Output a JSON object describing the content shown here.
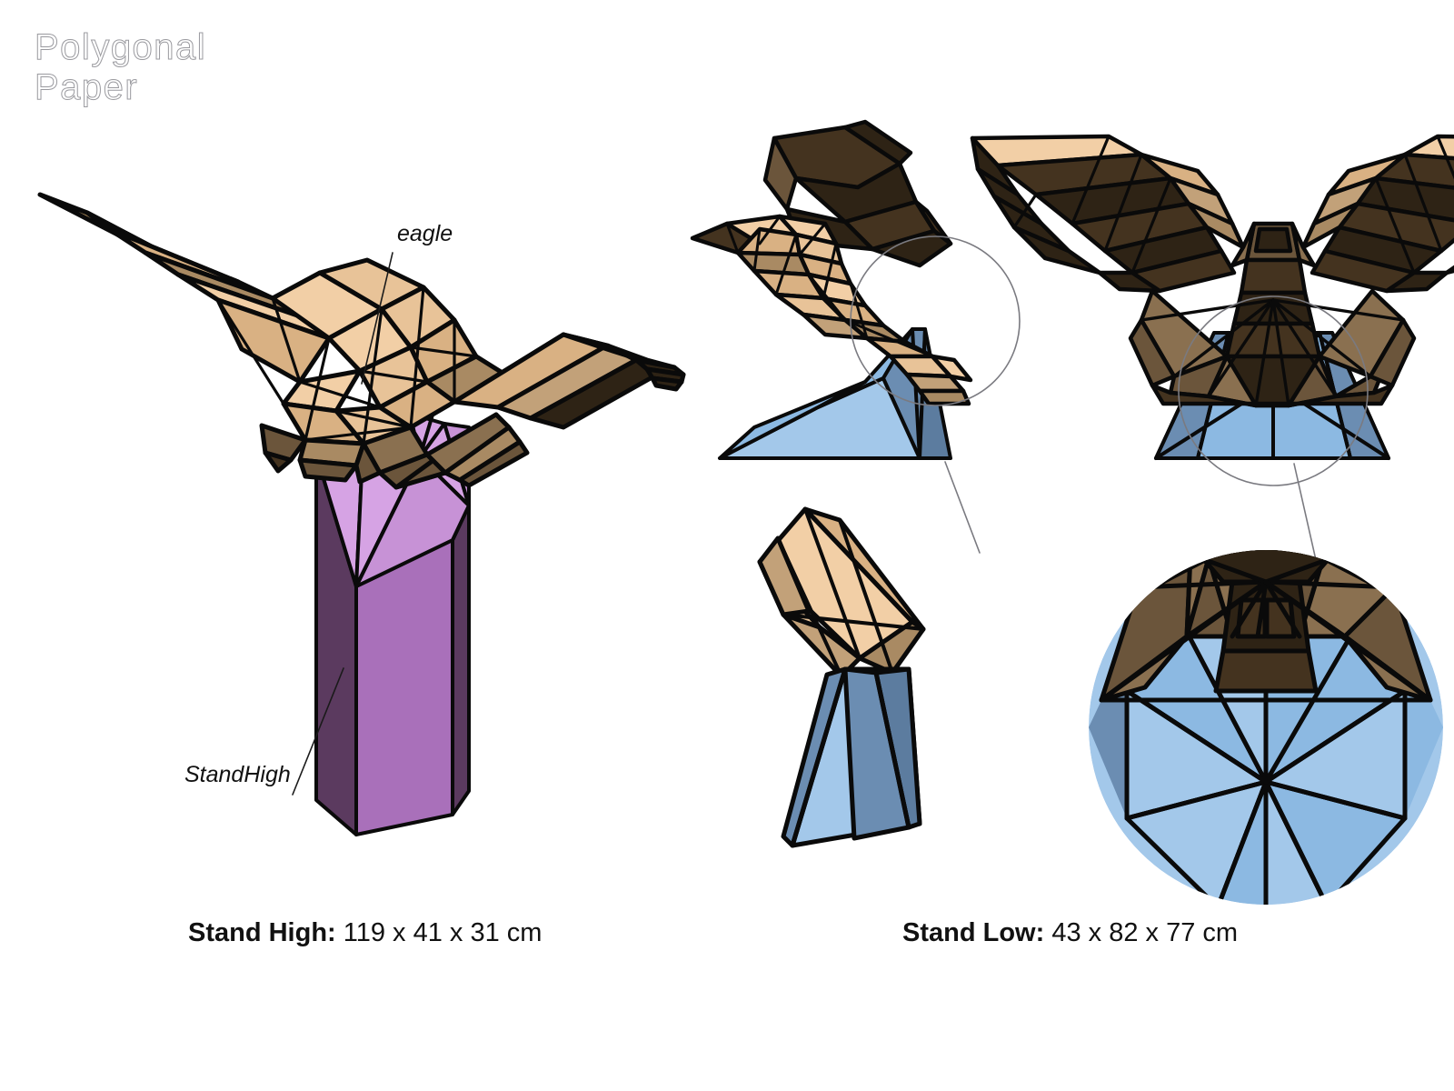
{
  "brand": {
    "line1": "Polygonal",
    "line2": "Paper"
  },
  "annotations": {
    "eagle_label": "eagle",
    "stand_high_label": "StandHigh"
  },
  "captions": {
    "high": {
      "name": "Stand High:",
      "dims": "119 x 41 x 31 cm"
    },
    "low": {
      "name": "Stand Low:",
      "dims": "43 x 82 x 77 cm"
    }
  },
  "colors": {
    "background": "#ffffff",
    "outline": "#0a0a0a",
    "tan_light": "#f2cfa6",
    "tan_mid": "#d9b183",
    "tan_shadow": "#a98a63",
    "brown_dark": "#44331f",
    "brown_darker": "#2e2315",
    "brown_mid": "#6b553b",
    "brown_feather": "#8a7050",
    "purple_dark": "#5b3a5f",
    "purple_mid": "#a970ba",
    "purple_light": "#d6a3e4",
    "blue_light": "#a3c8ea",
    "blue_mid": "#8cb9e2",
    "blue_dark": "#6b8db2",
    "blue_deep": "#5c7c9f",
    "guide_line": "#7a7a80",
    "logo_stroke": "#9a9a9f"
  },
  "figures": [
    {
      "id": "eagle-high-main",
      "name": "Eagle on Stand High — three-quarter view"
    },
    {
      "id": "eagle-low-side",
      "name": "Eagle on Stand Low — side view"
    },
    {
      "id": "eagle-low-front",
      "name": "Eagle on Stand Low — front view"
    },
    {
      "id": "detail-side",
      "name": "Detail — tail to stand joint (side)"
    },
    {
      "id": "detail-front",
      "name": "Detail — body to stand joint (front, circular)"
    }
  ]
}
